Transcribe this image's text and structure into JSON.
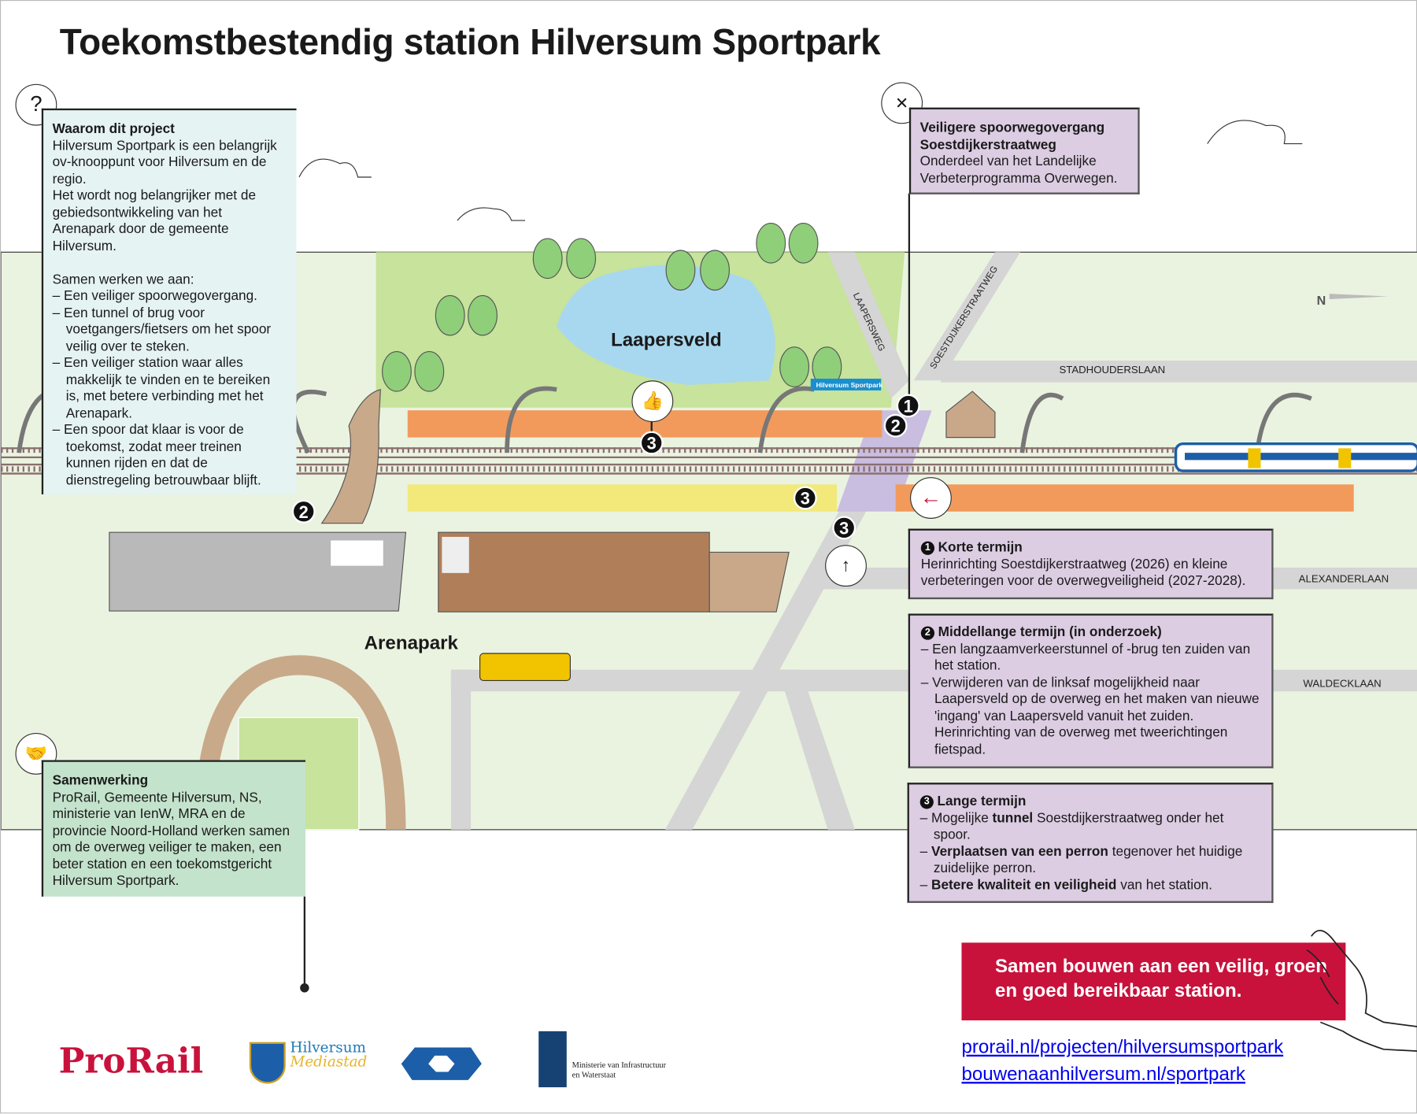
{
  "title": "Toekomstbestendig station Hilversum Sportpark",
  "why": {
    "heading": "Waarom dit project",
    "intro": "Hilversum Sportpark is een belangrijk ov-knooppunt voor Hilversum en de regio.",
    "intro2": "Het wordt nog belangrijker met de gebiedsontwikkeling van het Arenapark door de gemeente Hilversum.",
    "lead": "Samen werken we aan:",
    "items": [
      "Een veiliger spoorwegovergang.",
      "Een tunnel of brug voor voetgangers/fietsers om het spoor veilig over te steken.",
      "Een veiliger station waar alles makkelijk te vinden en te bereiken is, met betere verbinding met het Arenapark.",
      "Een spoor dat klaar is voor de toekomst, zodat meer treinen kunnen rijden en dat de dienstregeling betrouwbaar blijft."
    ]
  },
  "crossing": {
    "heading": "Veiligere spoorwegovergang Soestdijkerstraatweg",
    "text": "Onderdeel van het Landelijke Verbeterprogramma Overwegen."
  },
  "short": {
    "num": "1",
    "heading": "Korte termijn",
    "text": "Herinrichting Soestdijkerstraatweg (2026) en kleine verbeteringen voor de overwegveiligheid (2027-2028)."
  },
  "medium": {
    "num": "2",
    "heading": "Middellange termijn (in onderzoek)",
    "items": [
      "Een langzaamverkeerstunnel of -brug ten zuiden van het station.",
      "Verwijderen van de linksaf mogelijkheid naar Laapersveld op de overweg en het maken van nieuwe 'ingang' van Laapersveld vanuit het zuiden. Herinrichting van de overweg met tweerichtingen fietspad."
    ]
  },
  "long": {
    "num": "3",
    "heading": "Lange termijn",
    "i1a": "Mogelijke ",
    "i1b": "tunnel",
    "i1c": " Soestdijkerstraatweg onder het spoor.",
    "i2a": "Verplaatsen van een perron",
    "i2b": " tegenover het huidige zuidelijke perron.",
    "i3a": "Betere kwaliteit en veiligheid",
    "i3b": " van het station."
  },
  "coop": {
    "heading": "Samenwerking",
    "text": "ProRail, Gemeente Hilversum, NS, ministerie van IenW, MRA en de provincie Noord-Holland werken samen om de overweg veiliger te maken, een beter station en een toekomstgericht Hilversum Sportpark."
  },
  "map": {
    "laapersveld": "Laapersveld",
    "arenapark": "Arenapark",
    "station_sign": "Hilversum Sportpark",
    "roads": {
      "laapersweg": "LAAPERSWEG",
      "soest": "SOESTDIJKERSTRAATWEG",
      "stadhouders": "STADHOUDERSLAAN",
      "alexander": "ALEXANDERLAAN",
      "waldeck": "WALDECKLAAN"
    },
    "markers": [
      "1",
      "2",
      "2",
      "3",
      "3",
      "3"
    ],
    "north": "N"
  },
  "banner": "Samen bouwen aan een veilig, groen en goed bereikbaar station.",
  "urls": [
    "prorail.nl/projecten/hilversumsportpark",
    "bouwenaanhilversum.nl/sportpark"
  ],
  "logos": {
    "prorail": "ProRail",
    "hilversum1": "Hilversum",
    "hilversum2": "Mediastad",
    "ministry1": "Ministerie van Infrastructuur",
    "ministry2": "en Waterstaat"
  },
  "colors": {
    "brand_red": "#c8123c",
    "info_purple": "#dccde3",
    "info_blue": "#e6f3f3",
    "info_green": "#c4e3cc",
    "platform_orange": "#f29a5c",
    "platform_yellow": "#f2e97a",
    "ns_blue": "#1c5ea8"
  }
}
